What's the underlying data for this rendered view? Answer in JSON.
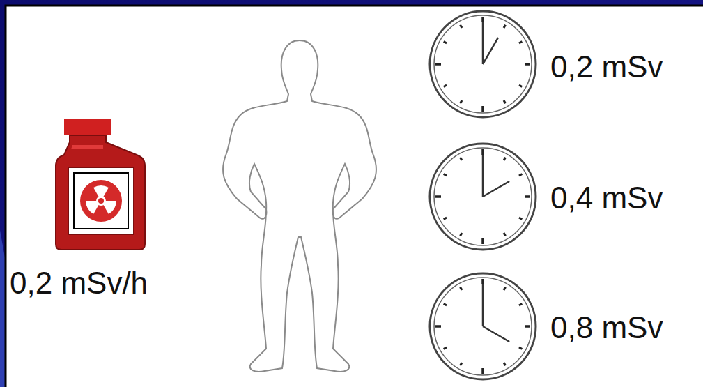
{
  "diagram": {
    "labels": [
      "0,2 mSv/h",
      "0,2 mSv",
      "0,4 mSv",
      "0,8 mSv"
    ]
  }
}
